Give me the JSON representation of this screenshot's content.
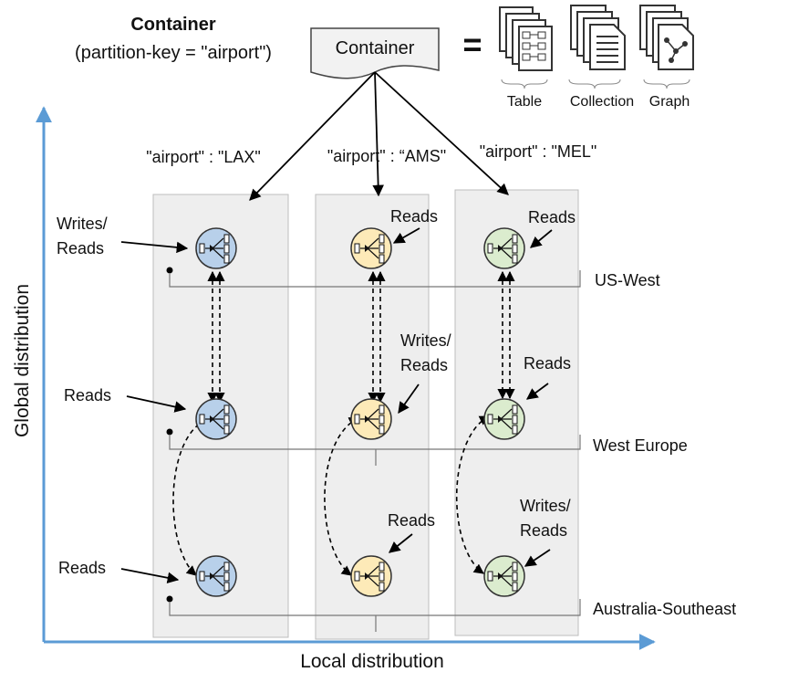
{
  "header": {
    "title": "Container",
    "partition_key": "(partition-key = \"airport\")"
  },
  "container_box": {
    "label": "Container"
  },
  "equals_sign": "=",
  "model_types": [
    {
      "name": "Table",
      "icon": "table-icon"
    },
    {
      "name": "Collection",
      "icon": "collection-icon"
    },
    {
      "name": "Graph",
      "icon": "graph-icon"
    }
  ],
  "partitions": [
    {
      "key_label": "\"airport\" : \"LAX\"",
      "color": "#b8d0ea"
    },
    {
      "key_label": "\"airport\" : “AMS\"",
      "color": "#fdeab8"
    },
    {
      "key_label": "\"airport\" : \"MEL\"",
      "color": "#dbecce"
    }
  ],
  "regions": [
    "US-West",
    "West Europe",
    "Australia-Southeast"
  ],
  "operation_labels": [
    [
      "Writes/\nReads",
      "Reads",
      "Reads"
    ],
    [
      "Reads",
      "Writes/\nReads",
      "Reads"
    ],
    [
      "Reads",
      "Reads",
      "Writes/\nReads"
    ]
  ],
  "axes": {
    "y_label": "Global distribution",
    "x_label": "Local distribution",
    "color": "#5b9bd5"
  },
  "colors": {
    "column_fill": "#eeeeee",
    "column_stroke": "#bdbdbd",
    "edge": "#000000"
  }
}
